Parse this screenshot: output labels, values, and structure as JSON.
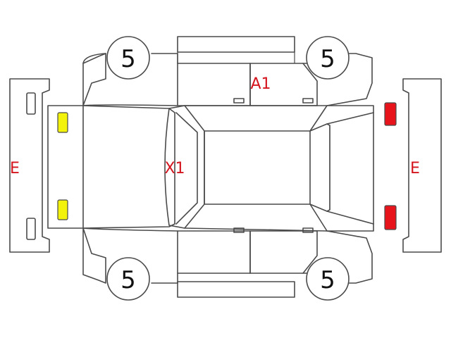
{
  "colors": {
    "outline": "#4a4a4a",
    "code": "#d4151e",
    "lamp_front": "#f2f20a",
    "lamp_rear": "#e8141c"
  },
  "wheels": {
    "front_left": "5",
    "rear_left": "5",
    "front_right": "5",
    "rear_right": "5"
  },
  "damage_codes": {
    "right_door": "A1",
    "windshield": "X1",
    "front_bumper": "E",
    "rear_bumper": "E"
  },
  "legend": {
    "lamp_front": "yellow-lamp-indicator",
    "lamp_rear": "red-lamp-indicator"
  }
}
